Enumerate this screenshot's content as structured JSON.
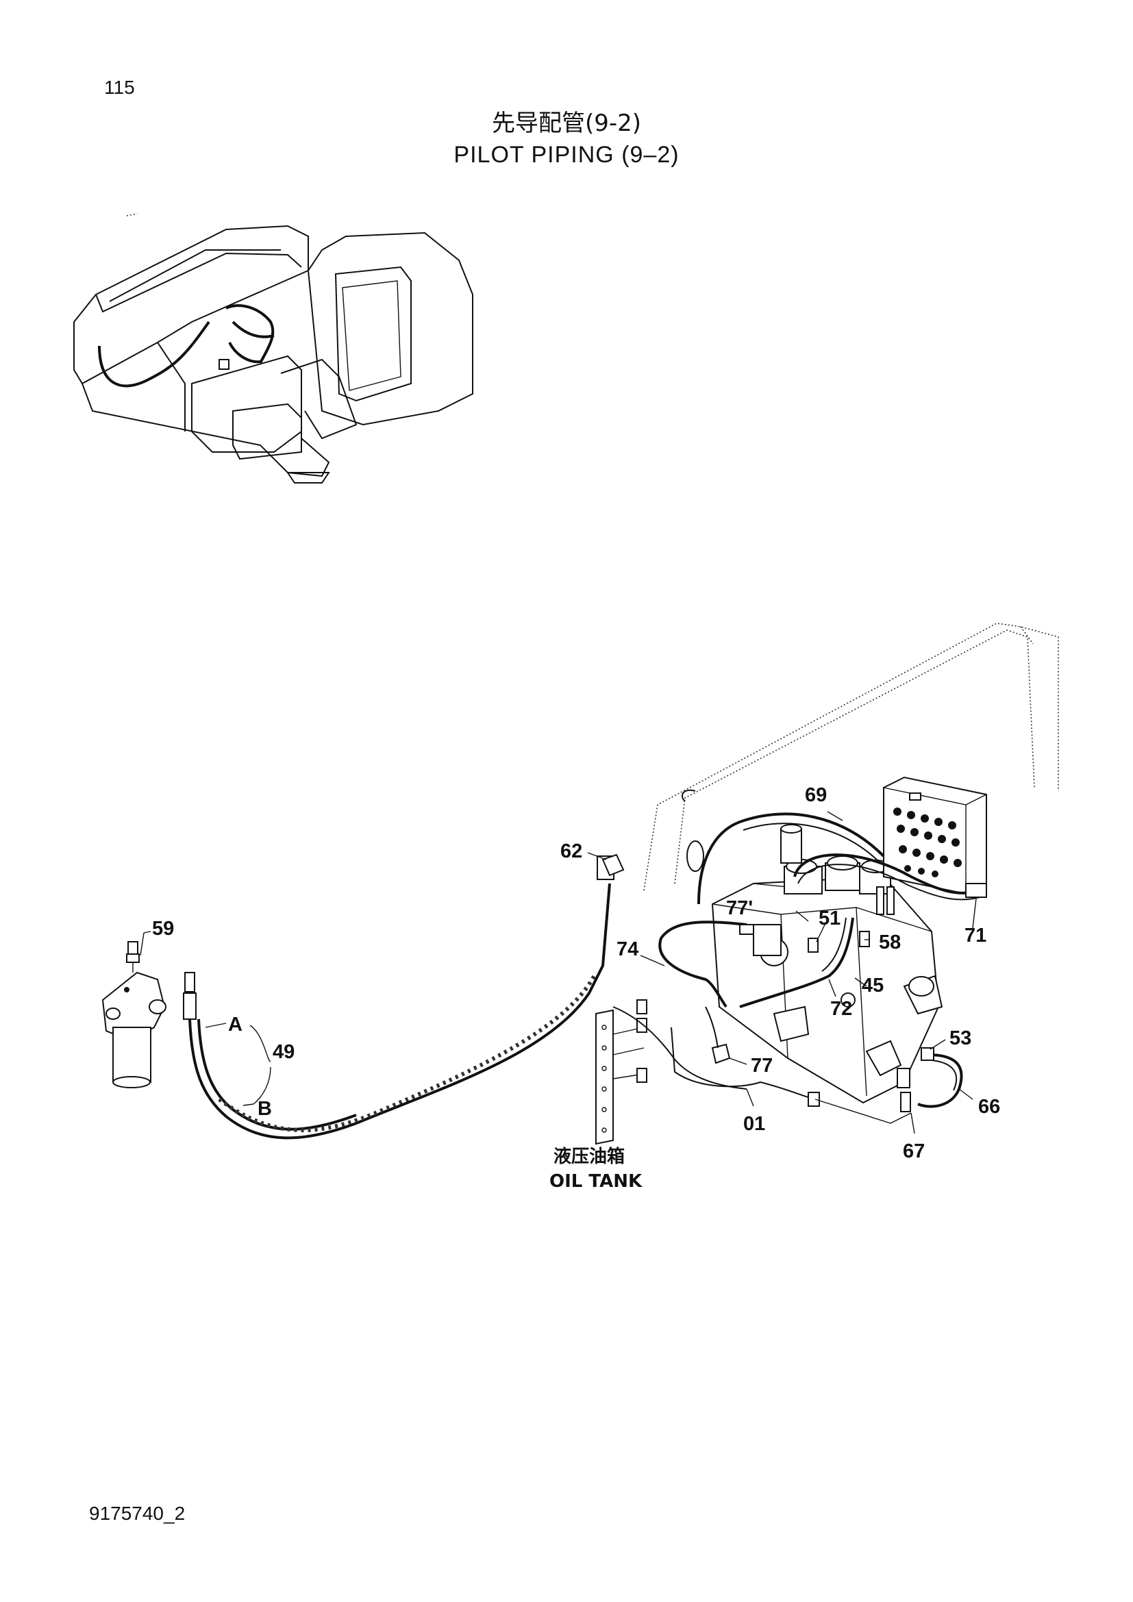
{
  "page_number": "115",
  "title_cn": "先导配管(9-2)",
  "title_en": "PILOT  PIPING (9–2)",
  "document_number": "9175740_2",
  "oil_tank": {
    "label_cn": "液压油箱",
    "label_en": "OIL  TANK"
  },
  "callouts": {
    "c59": "59",
    "cA": "A",
    "c49": "49",
    "cB": "B",
    "c62": "62",
    "c69": "69",
    "c77p": "77'",
    "c51": "51",
    "c58": "58",
    "c71": "71",
    "c74": "74",
    "c45": "45",
    "c72": "72",
    "c53": "53",
    "c77": "77",
    "c66": "66",
    "c01": "01",
    "c67": "67"
  }
}
